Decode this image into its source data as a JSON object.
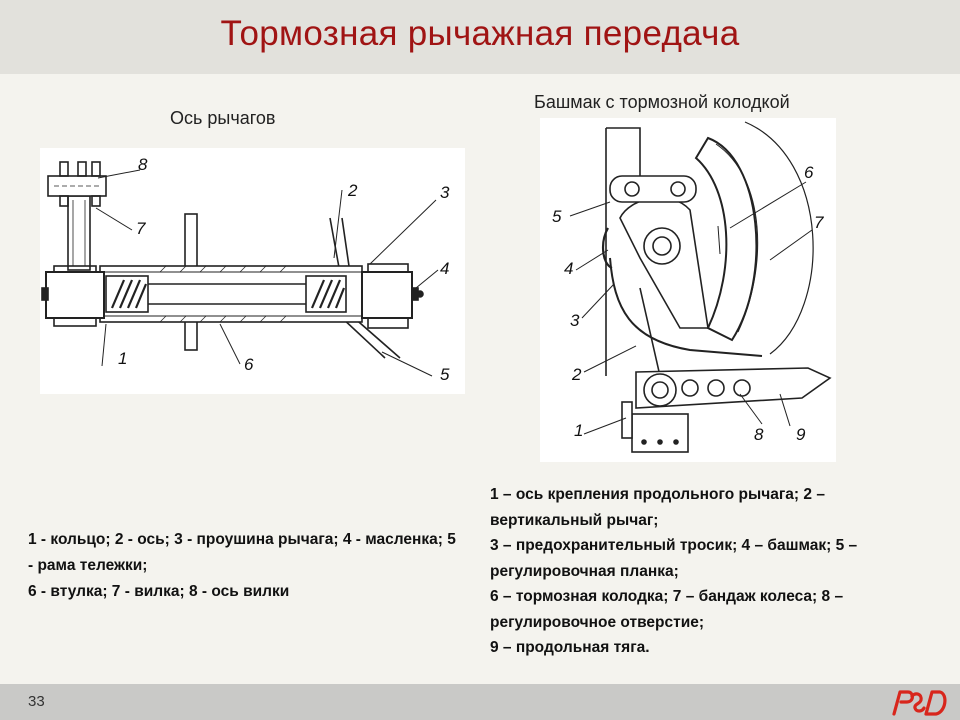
{
  "slide": {
    "title": "Тормозная рычажная передача",
    "page_number": "33"
  },
  "left": {
    "caption": "Ось рычагов",
    "labels": [
      "8",
      "7",
      "2",
      "3",
      "4",
      "1",
      "6",
      "5"
    ],
    "legend": [
      " 1 - кольцо; 2 - ось; 3 - проушина рычага; 4 - масленка; 5 - рама тележки;",
      " 6 - втулка; 7 - вилка; 8 - ось вилки"
    ]
  },
  "right": {
    "caption": "Башмак с тормозной колодкой",
    "labels": [
      "5",
      "4",
      "3",
      "2",
      "1",
      "6",
      "7",
      "8",
      "9"
    ],
    "legend": [
      "1 – ось крепления продольного рычага; 2 – вертикальный рычаг;",
      "3 – предохранительный тросик; 4 – башмак; 5 – регулировочная планка;",
      "6 – тормозная колодка; 7 – бандаж колеса; 8 – регулировочное отверстие;",
      "9 – продольная тяга."
    ]
  },
  "colors": {
    "title": "#a01414",
    "title_bar": "#e2e1dc",
    "footer": "#c9c9c7",
    "logo": "#d8261c"
  },
  "logo_icon": "rzd-logo-icon"
}
